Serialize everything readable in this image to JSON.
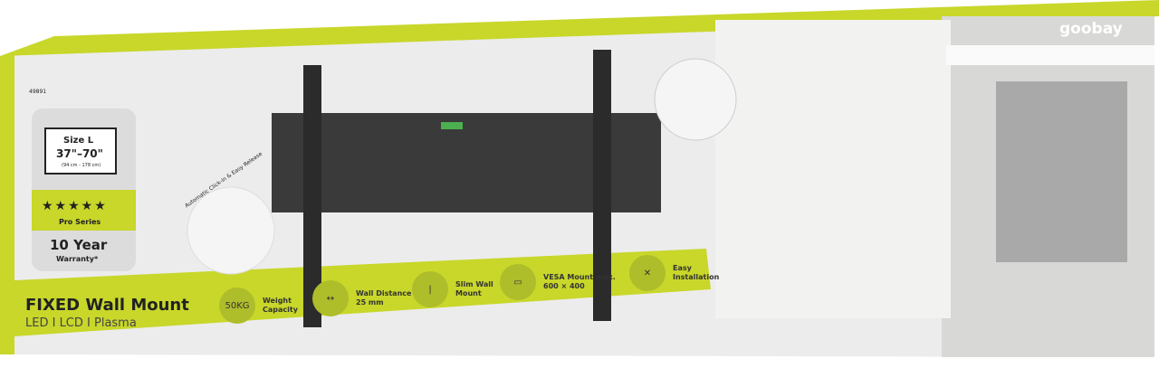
{
  "brand": {
    "logo": "goobay"
  },
  "product": {
    "article_number": "49891",
    "size_label": "Size L",
    "size_range": "37\"–70\"",
    "size_cm": "(94 cm - 178 cm)",
    "stars": "★★★★★",
    "series": "Pro Series",
    "warranty_years": "10 Year",
    "warranty_label": "Warranty*",
    "click_in": "Automatic Click-in & Easy Release",
    "title": "FIXED Wall Mount",
    "subtitle": "LED I LCD I Plasma"
  },
  "features": [
    {
      "icon": "weight-icon",
      "icon_text": "50KG",
      "label": "Weight Capacity"
    },
    {
      "icon": "wall-distance-icon",
      "label": "Wall Distance 25 mm"
    },
    {
      "icon": "slim-mount-icon",
      "label": "Slim Wall Mount"
    },
    {
      "icon": "vesa-icon",
      "label": "VESA Mount max. 600 × 400"
    },
    {
      "icon": "tools-icon",
      "label": "Easy Installation"
    }
  ],
  "colors": {
    "accent": "#c8d72a",
    "mount": "#2b2b2b",
    "box_face": "#eeeeee"
  }
}
